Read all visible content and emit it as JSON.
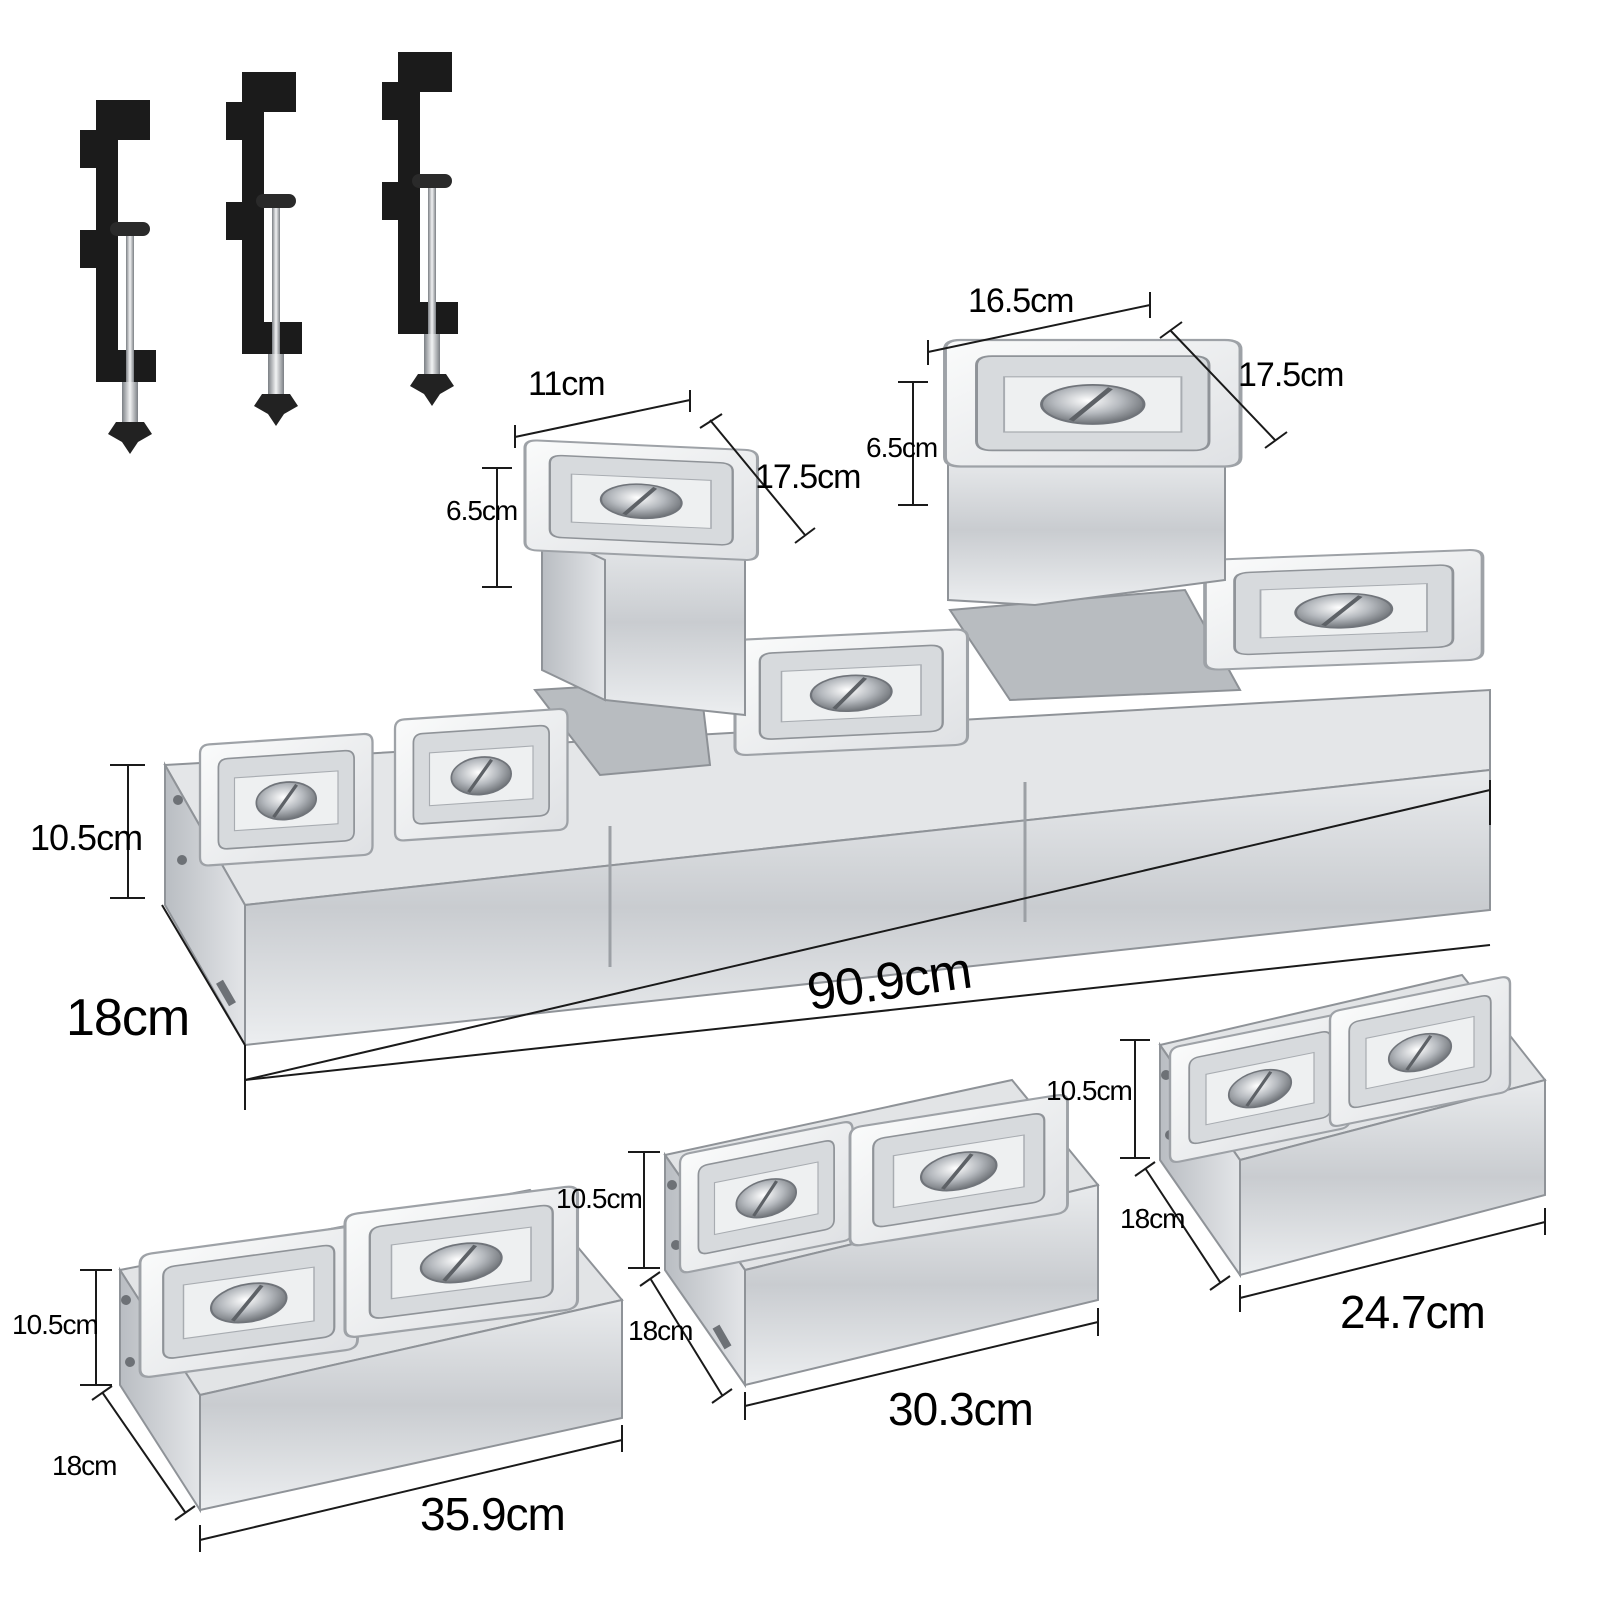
{
  "long_base": {
    "length": "90.9cm",
    "depth": "18cm",
    "height": "10.5cm"
  },
  "small_pan": {
    "width": "11cm",
    "depth": "17.5cm",
    "height": "6.5cm"
  },
  "large_pan": {
    "width": "16.5cm",
    "depth": "17.5cm",
    "height": "6.5cm"
  },
  "base_35": {
    "length": "35.9cm",
    "depth": "18cm",
    "height": "10.5cm"
  },
  "base_30": {
    "length": "30.3cm",
    "depth": "18cm",
    "height": "10.5cm"
  },
  "base_24": {
    "length": "24.7cm",
    "depth": "18cm",
    "height": "10.5cm"
  },
  "colors": {
    "steel_light": "#f4f5f6",
    "steel_mid": "#cfd2d5",
    "steel_dark": "#8e9297",
    "clamp": "#1b1b1b",
    "label": "#000000"
  }
}
